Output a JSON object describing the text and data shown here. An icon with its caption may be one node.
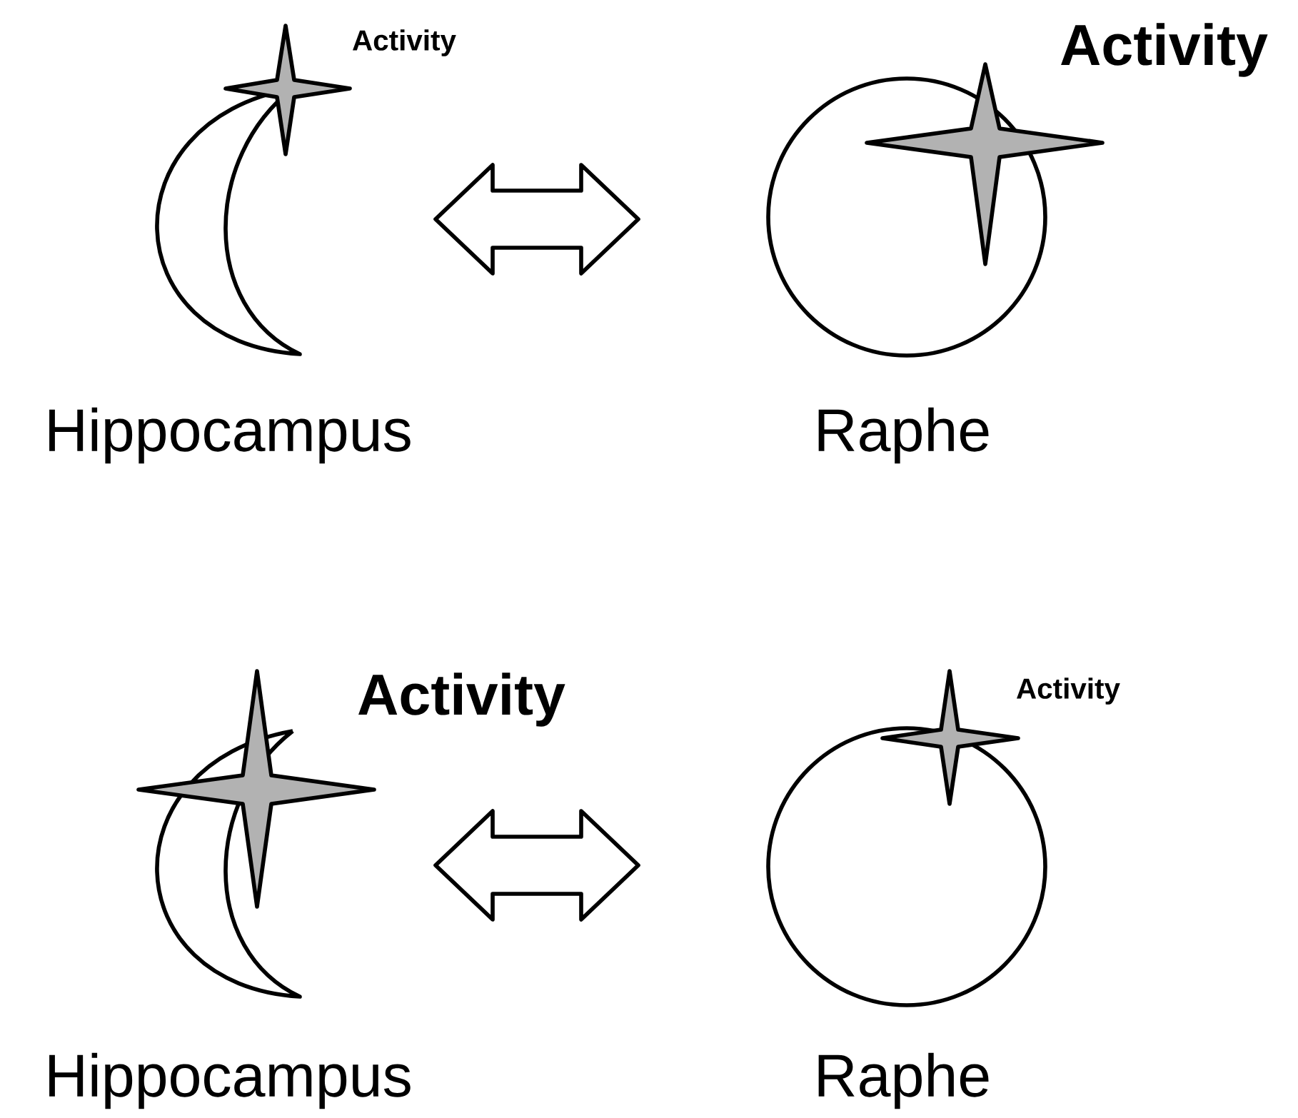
{
  "diagram": {
    "nodes": [
      {
        "text": [
          "Hippocampus"
        ],
        "beside": [
          "Activity"
        ]
      },
      {
        "text": [
          "Raphe"
        ],
        "beside": [
          "Activity"
        ]
      },
      {
        "text": [
          "Hippocampus"
        ],
        "beside": [
          "Activity"
        ]
      },
      {
        "text": [
          "Raphe"
        ],
        "beside": [
          "Activity"
        ]
      }
    ],
    "edges": [
      {
        "from": 0,
        "to": 1,
        "arrow": "both"
      },
      {
        "from": 2,
        "to": 3,
        "arrow": "both"
      }
    ]
  }
}
